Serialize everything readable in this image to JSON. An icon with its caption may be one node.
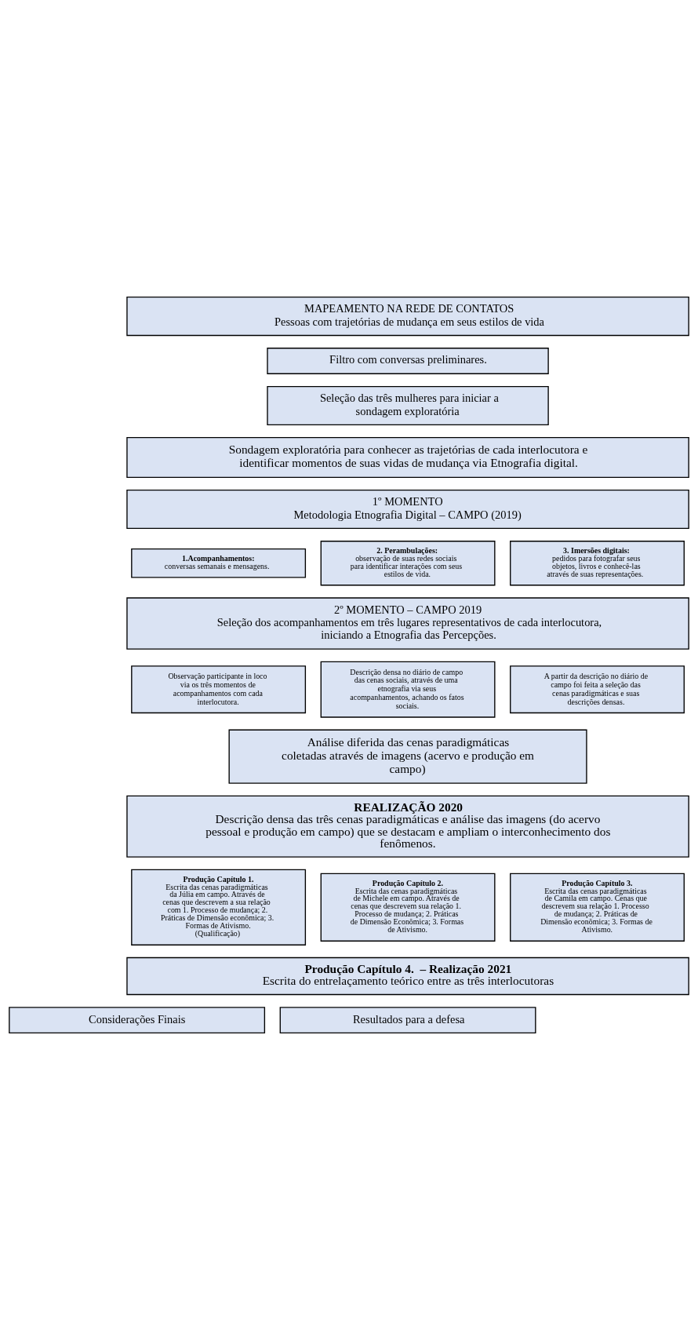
{
  "diagram": {
    "nodes": [
      {
        "text": [
          "MAPEAMENTO NA REDE DE CONTATOS",
          "Pessoas com trajetórias de mudança em seus estilos de vida"
        ]
      },
      {
        "text": [
          "Filtro com conversas preliminares."
        ]
      },
      {
        "text": [
          "Seleção das três mulheres para iniciar a sondagem exploratória"
        ]
      },
      {
        "text": [
          "Sondagem exploratória para conhecer as trajetórias de cada interlocutora e identificar momentos de suas vidas de mudança via Etnografia digital."
        ]
      },
      {
        "text": [
          "1º MOMENTO",
          "Metodologia Etnografia Digital – CAMPO (2019)"
        ]
      },
      {
        "text": [
          "1.Acompanhamentos:",
          "conversas semanais e mensagens."
        ]
      },
      {
        "text": [
          "2. Perambulações:",
          "observação de suas redes sociais para identificar interações com seus estilos de vida."
        ]
      },
      {
        "text": [
          "3. Imersões digitais:",
          "pedidos para fotografar seus objetos, livros e conhecê-las através de suas representações."
        ]
      },
      {
        "text": [
          "2º MOMENTO – CAMPO 2019",
          "Seleção dos acompanhamentos em três lugares representativos de cada interlocutora, iniciando a Etnografia das Percepções."
        ]
      },
      {
        "text": [
          "Observação participante in loco via os três momentos de acompanhamentos com cada interlocutora."
        ]
      },
      {
        "text": [
          "Descrição densa no diário de campo das cenas sociais, através de uma etnografia via seus acompanhamentos, achando os fatos sociais."
        ]
      },
      {
        "text": [
          "A partir da descrição no diário de campo foi feita a seleção das cenas paradigmáticas e suas descrições densas."
        ]
      },
      {
        "text": [
          "Análise diferida das cenas paradigmáticas coletadas através de imagens (acervo e produção em campo)"
        ]
      },
      {
        "text": [
          "REALIZAÇÃO 2020",
          "Descrição densa das três cenas paradigmáticas e análise das imagens (do acervo pessoal e produção em campo) que se destacam e ampliam o interconhecimento dos fenômenos."
        ]
      },
      {
        "text": [
          "Produção Capítulo 1.",
          "Escrita das cenas paradigmáticas da Júlia em campo. Através de cenas que descrevem a sua relação com 1. Processo de mudança; 2. Práticas de Dimensão econômica; 3. Formas de Ativismo.",
          "(Qualificação)"
        ]
      },
      {
        "text": [
          "Produção Capítulo 2.",
          "Escrita das cenas paradigmáticas de Michele em campo. Através de cenas que descrevem sua relação 1. Processo de mudança; 2. Práticas de Dimensão Econômica; 3. Formas de Ativismo."
        ]
      },
      {
        "text": [
          "Produção Capítulo 3.",
          "Escrita das cenas paradigmáticas de Camila em campo. Cenas que descrevem sua relação 1. Processo de mudança; 2. Práticas de Dimensão econômica; 3. Formas de Ativismo."
        ]
      },
      {
        "text": [
          "Produção Capítulo 4.  – Realização 2021",
          "Escrita do entrelaçamento teórico entre as três interlocutoras"
        ]
      },
      {
        "text": [
          "Considerações Finais"
        ]
      },
      {
        "text": [
          "Resultados para a defesa"
        ]
      }
    ],
    "edges": []
  }
}
